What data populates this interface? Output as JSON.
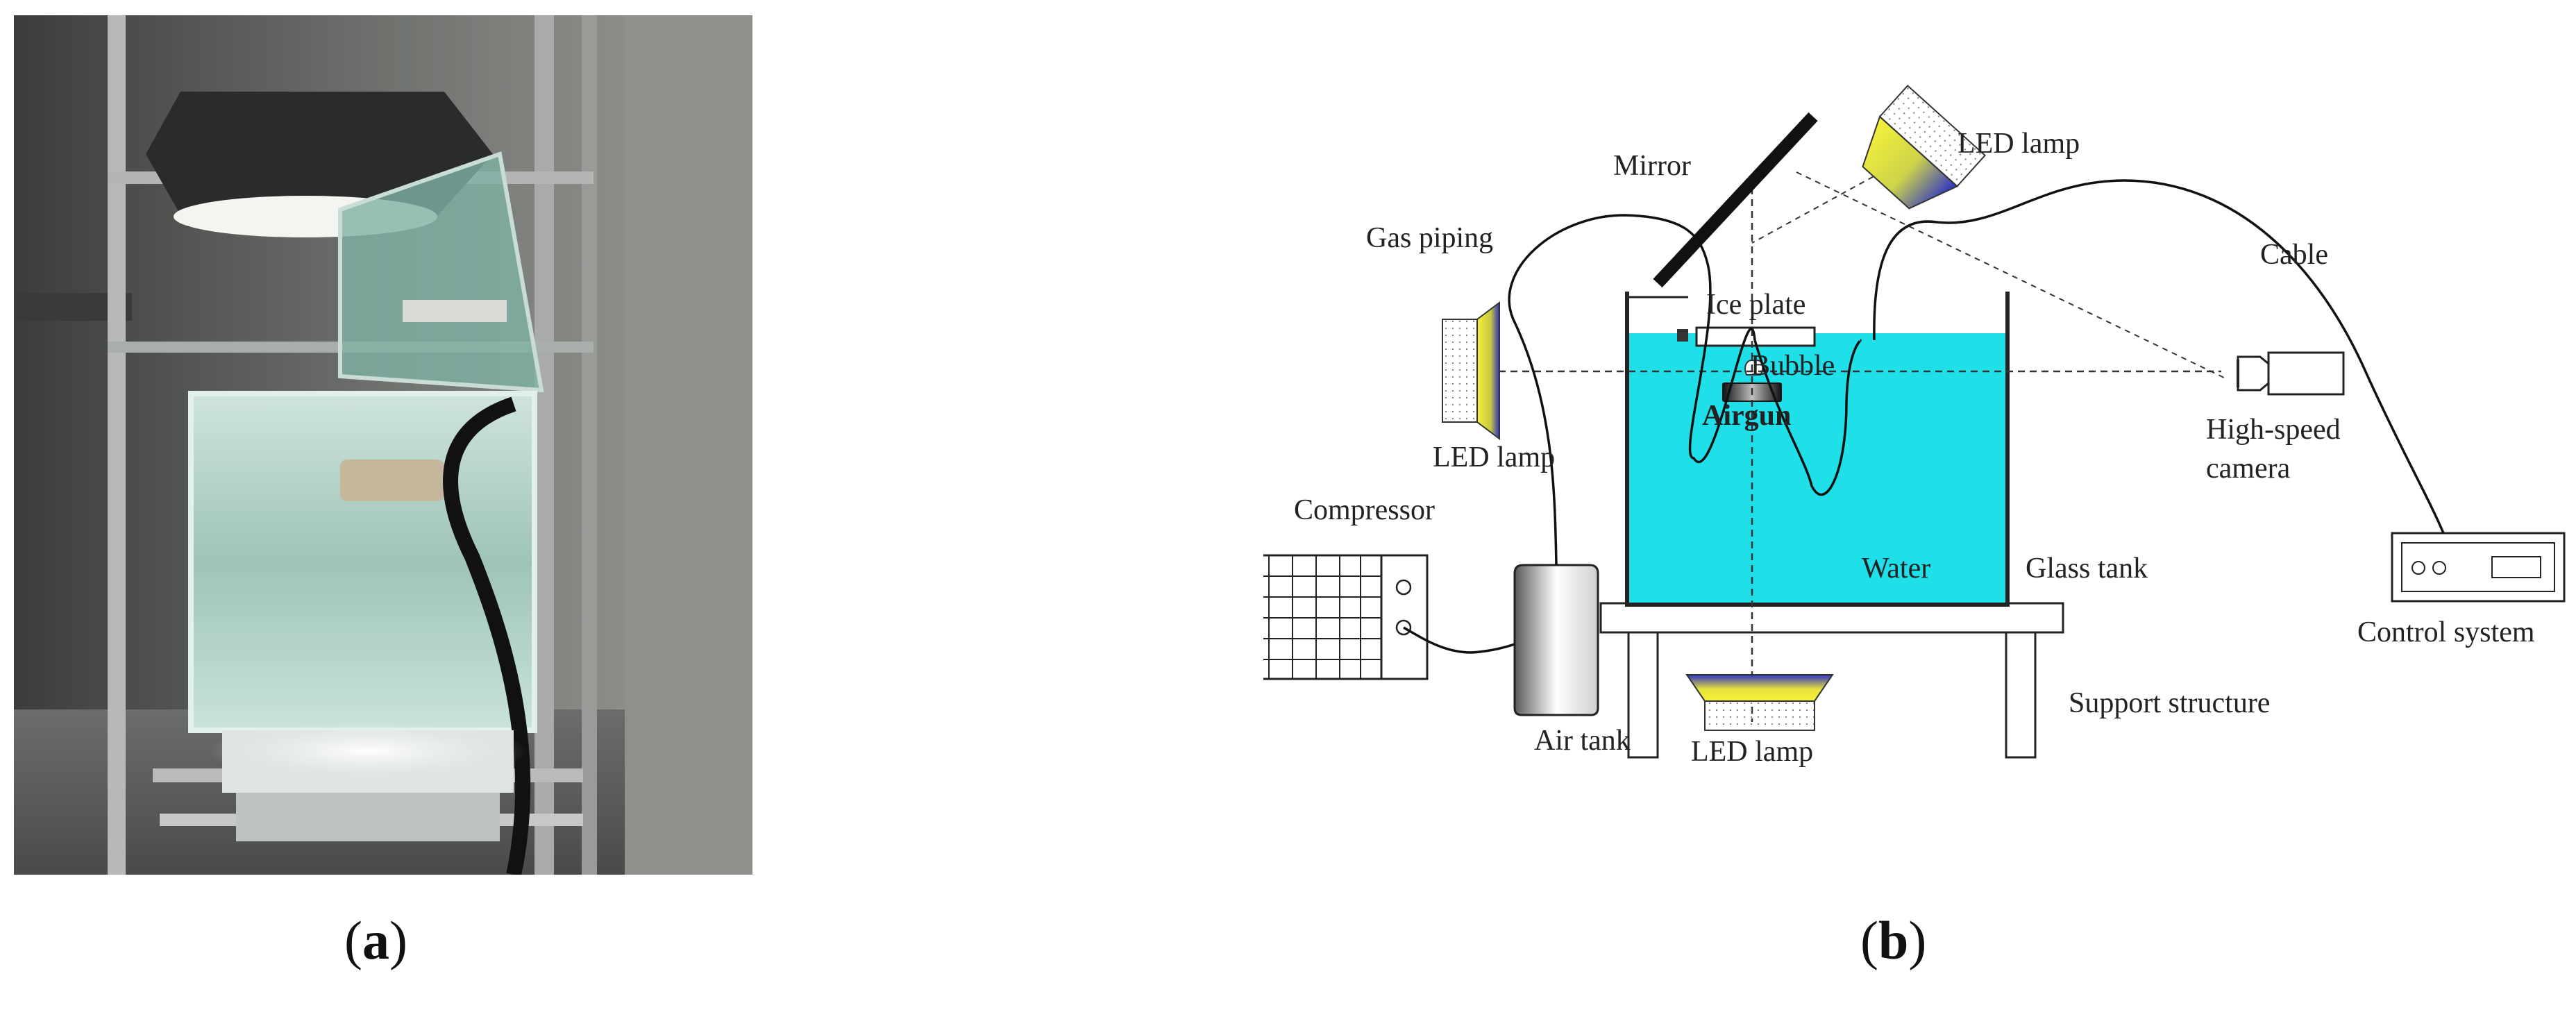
{
  "panel_a": {
    "caption_open": "(",
    "caption_letter": "a",
    "caption_close": ")"
  },
  "panel_b": {
    "caption_open": "(",
    "caption_letter": "b",
    "caption_close": ")",
    "labels": {
      "mirror": "Mirror",
      "led_top": "LED  lamp",
      "gas_piping": "Gas piping",
      "cable": "Cable",
      "ice_plate": "Ice plate",
      "bubble": "Bubble",
      "airgun": "Airgun",
      "led_left": "LED  lamp",
      "high_speed_1": "High-speed",
      "high_speed_2": "camera",
      "compressor": "Compressor",
      "water": "Water",
      "glass_tank": "Glass tank",
      "control_system": "Control system",
      "air_tank": "Air tank",
      "led_bottom": "LED  lamp",
      "support_structure": "Support structure"
    },
    "colors": {
      "water": "#1fdfe8",
      "lamp_yellow": "#f3ef3a",
      "lamp_blue": "#2b31c8"
    }
  }
}
